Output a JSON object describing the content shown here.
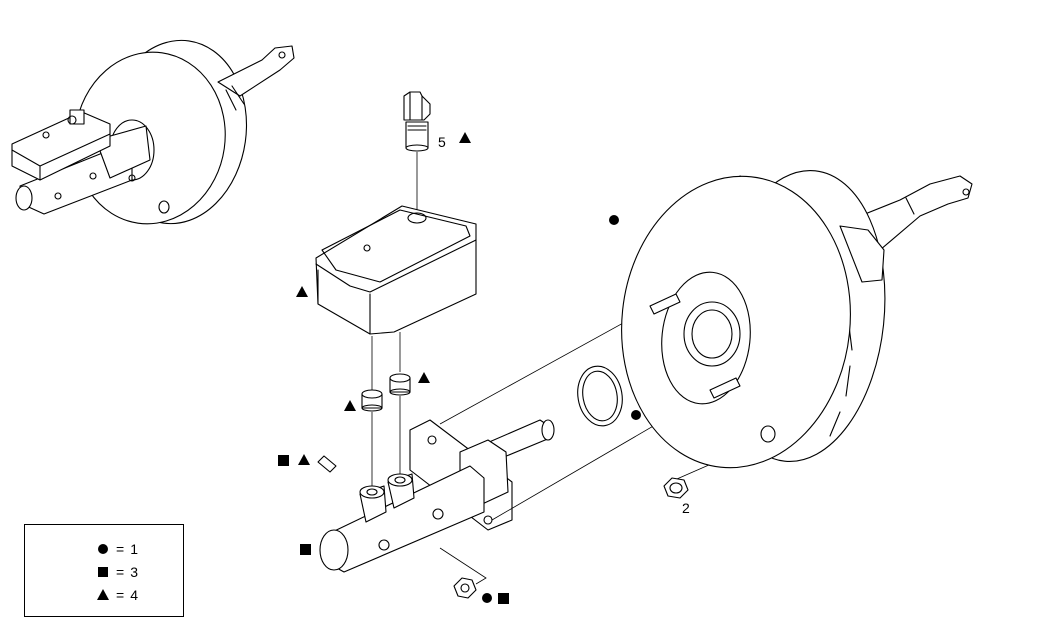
{
  "callouts": {
    "sensor_number": "5",
    "plug_number": "2"
  },
  "legend": {
    "rows": [
      {
        "symbol": "circle",
        "equals": "=",
        "value": "1"
      },
      {
        "symbol": "square",
        "equals": "=",
        "value": "3"
      },
      {
        "symbol": "triangle",
        "equals": "=",
        "value": "4"
      }
    ]
  }
}
